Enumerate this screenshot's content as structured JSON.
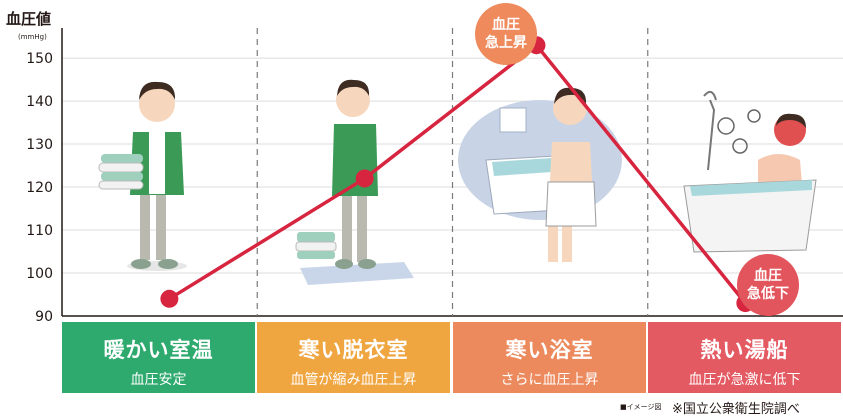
{
  "chart_data": {
    "type": "line",
    "ylabel": "血圧値",
    "yunit": "(mmHg)",
    "ylim": [
      90,
      157
    ],
    "yticks": [
      90,
      100,
      110,
      120,
      130,
      140,
      150
    ],
    "grid": "horizontal",
    "categories": [
      {
        "title": "暖かい室温",
        "subtitle": "血圧安定",
        "color": "#2eaa6e"
      },
      {
        "title": "寒い脱衣室",
        "subtitle": "血管が縮み血圧上昇",
        "color": "#f0a640"
      },
      {
        "title": "寒い浴室",
        "subtitle": "さらに血圧上昇",
        "color": "#ec8a5e"
      },
      {
        "title": "熱い湯船",
        "subtitle": "血圧が急激に低下",
        "color": "#e45a62"
      }
    ],
    "series": [
      {
        "x": [
          0.55,
          1.55,
          2.43,
          3.5
        ],
        "values": [
          94,
          122,
          153,
          93
        ],
        "color": "#d7253f"
      }
    ],
    "annotations": [
      {
        "text": [
          "血圧",
          "急上昇"
        ],
        "color": "#ef8a5c"
      },
      {
        "text": [
          "血圧",
          "急低下"
        ],
        "color": "#e2555c"
      }
    ]
  },
  "notes": {
    "image": "■イメージ図",
    "source": "※国立公衆衛生院調べ"
  }
}
